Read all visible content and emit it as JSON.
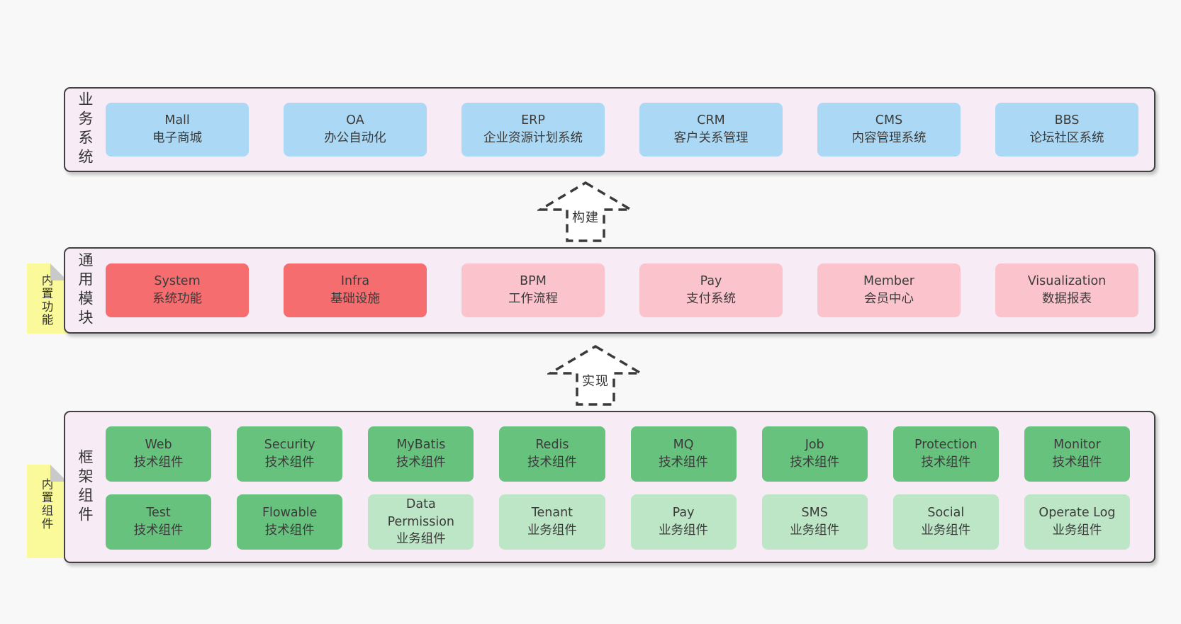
{
  "colors": {
    "page_bg": "#f8f8f8",
    "container_bg": "#f7ecf6",
    "container_border": "#404040",
    "blue": "#abd9f5",
    "red": "#f56d6f",
    "pink": "#fbc4cd",
    "green_dark": "#66c27d",
    "green_light": "#bde6c6",
    "note_yellow": "#fafa9a",
    "note_fold": "#c9c9c9",
    "text": "#3a3a3a",
    "arrow_stroke": "#3a3a3a",
    "arrow_fill": "#ffffff"
  },
  "arrows": [
    {
      "label": "构建"
    },
    {
      "label": "实现"
    }
  ],
  "layers": [
    {
      "label": "业务系统",
      "boxes": [
        {
          "name": "Mall",
          "desc": "电子商城",
          "variant": "blue"
        },
        {
          "name": "OA",
          "desc": "办公自动化",
          "variant": "blue"
        },
        {
          "name": "ERP",
          "desc": "企业资源计划系统",
          "variant": "blue"
        },
        {
          "name": "CRM",
          "desc": "客户关系管理",
          "variant": "blue"
        },
        {
          "name": "CMS",
          "desc": "内容管理系统",
          "variant": "blue"
        },
        {
          "name": "BBS",
          "desc": "论坛社区系统",
          "variant": "blue"
        }
      ]
    },
    {
      "label": "通用模块",
      "note": "内置功能",
      "boxes": [
        {
          "name": "System",
          "desc": "系统功能",
          "variant": "red"
        },
        {
          "name": "Infra",
          "desc": "基础设施",
          "variant": "red"
        },
        {
          "name": "BPM",
          "desc": "工作流程",
          "variant": "pink"
        },
        {
          "name": "Pay",
          "desc": "支付系统",
          "variant": "pink"
        },
        {
          "name": "Member",
          "desc": "会员中心",
          "variant": "pink"
        },
        {
          "name": "Visualization",
          "desc": "数据报表",
          "variant": "pink"
        }
      ]
    },
    {
      "label": "框架组件",
      "note": "内置组件",
      "rows": [
        [
          {
            "name": "Web",
            "desc": "技术组件",
            "variant": "green-dark"
          },
          {
            "name": "Security",
            "desc": "技术组件",
            "variant": "green-dark"
          },
          {
            "name": "MyBatis",
            "desc": "技术组件",
            "variant": "green-dark"
          },
          {
            "name": "Redis",
            "desc": "技术组件",
            "variant": "green-dark"
          },
          {
            "name": "MQ",
            "desc": "技术组件",
            "variant": "green-dark"
          },
          {
            "name": "Job",
            "desc": "技术组件",
            "variant": "green-dark"
          },
          {
            "name": "Protection",
            "desc": "技术组件",
            "variant": "green-dark"
          },
          {
            "name": "Monitor",
            "desc": "技术组件",
            "variant": "green-dark"
          }
        ],
        [
          {
            "name": "Test",
            "desc": "技术组件",
            "variant": "green-dark"
          },
          {
            "name": "Flowable",
            "desc": "技术组件",
            "variant": "green-dark"
          },
          {
            "name": "Data Permission",
            "desc": "业务组件",
            "variant": "green-light"
          },
          {
            "name": "Tenant",
            "desc": "业务组件",
            "variant": "green-light"
          },
          {
            "name": "Pay",
            "desc": "业务组件",
            "variant": "green-light"
          },
          {
            "name": "SMS",
            "desc": "业务组件",
            "variant": "green-light"
          },
          {
            "name": "Social",
            "desc": "业务组件",
            "variant": "green-light"
          },
          {
            "name": "Operate Log",
            "desc": "业务组件",
            "variant": "green-light"
          }
        ]
      ]
    }
  ]
}
